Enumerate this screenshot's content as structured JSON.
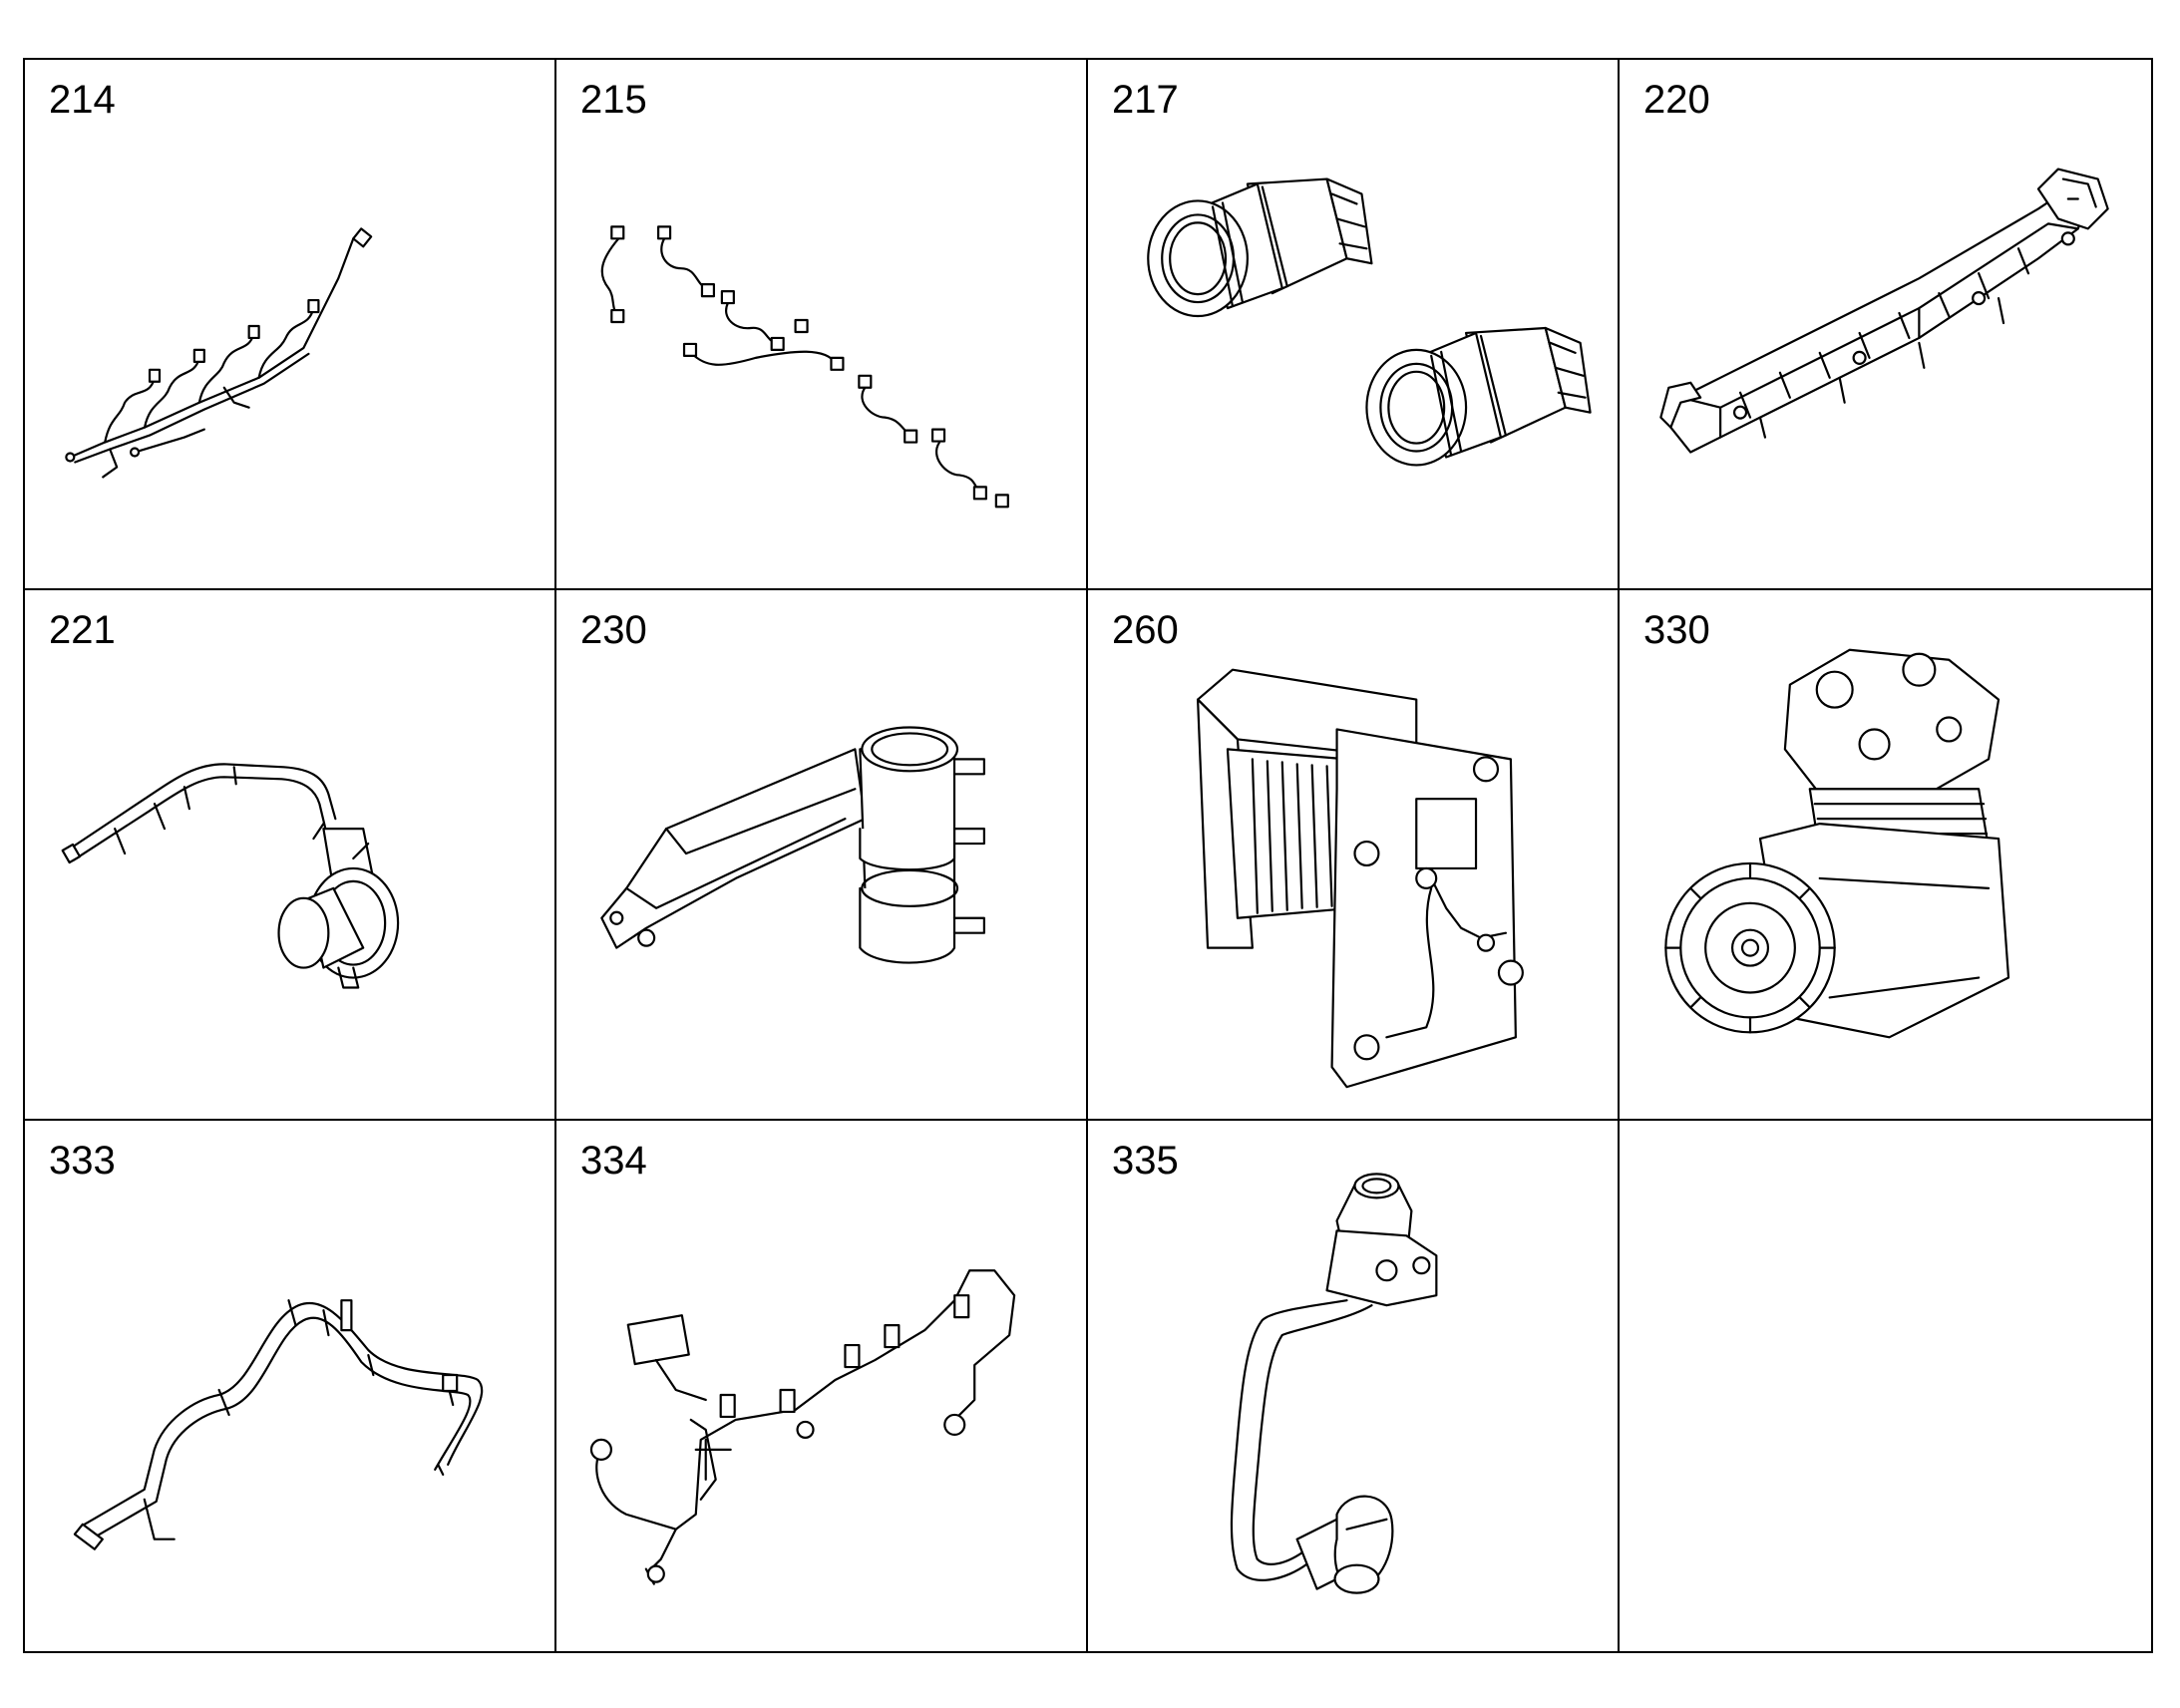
{
  "grid": {
    "cells": [
      {
        "label": "214",
        "icon": "fuel-line-harness-icon"
      },
      {
        "label": "215",
        "icon": "injector-pipe-set-icon"
      },
      {
        "label": "217",
        "icon": "pipe-union-fittings-icon"
      },
      {
        "label": "220",
        "icon": "fuel-rail-manifold-icon"
      },
      {
        "label": "221",
        "icon": "coolant-pipe-clamp-icon"
      },
      {
        "label": "230",
        "icon": "exhaust-bracket-clamp-icon"
      },
      {
        "label": "260",
        "icon": "heat-exchanger-plate-icon"
      },
      {
        "label": "330",
        "icon": "air-compressor-gear-icon"
      },
      {
        "label": "333",
        "icon": "bent-hose-assembly-icon"
      },
      {
        "label": "334",
        "icon": "tube-harness-bracket-icon"
      },
      {
        "label": "335",
        "icon": "elbow-pipe-fitting-icon"
      },
      {
        "label": "",
        "icon": ""
      }
    ]
  }
}
